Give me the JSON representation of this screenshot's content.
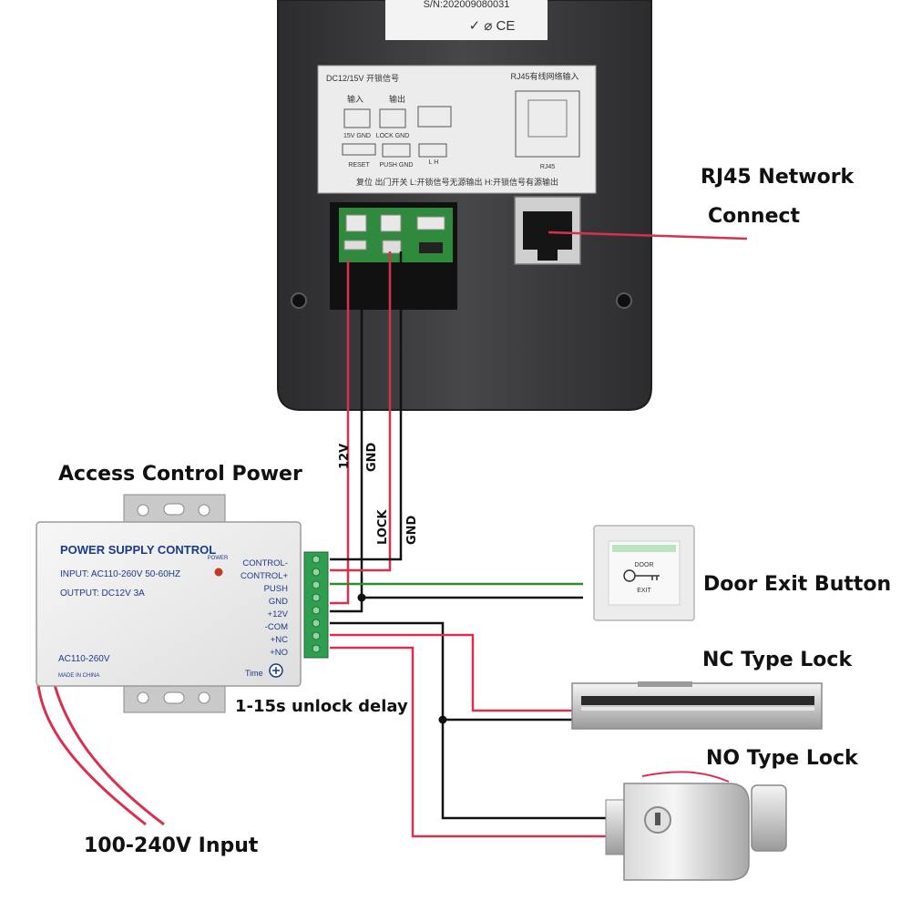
{
  "serial_text": "S/N:202009080031",
  "cert_marks": "✓ ⌀ CE",
  "panel_label": {
    "left_header": "DC12/15V 开锁信号",
    "input_label": "输入",
    "output_label": "输出",
    "rj45_header": "RJ45有线网络输入",
    "pin_15v_gnd": "15V GND",
    "pin_lock_gnd": "LOCK GND",
    "pin_reset": "RESET",
    "pin_push_gnd": "PUSH GND",
    "pin_lh": "L   H",
    "rj45_mini": "RJ45",
    "bottom_line": "复位     出门开关  L:开锁信号无源输出 H:开锁信号有源输出"
  },
  "psu": {
    "title": "POWER SUPPLY CONTROL",
    "input": "INPUT: AC110-260V 50-60HZ",
    "output": "OUTPUT: DC12V  3A",
    "power_led": "POWER",
    "ac_label": "AC110-260V",
    "made_in": "MADE IN CHINA",
    "time_label": "Time",
    "terminals": [
      "CONTROL-",
      "CONTROL+",
      "PUSH",
      "GND",
      "+12V",
      "-COM",
      "+NC",
      "+NO"
    ]
  },
  "door_button": {
    "top": "DOOR",
    "bottom": "EXIT"
  },
  "labels": {
    "rj45_line1": "RJ45 Network",
    "rj45_line2": "Connect",
    "access_power": "Access Control Power",
    "door_exit": "Door Exit Button",
    "nc_lock": "NC Type Lock",
    "no_lock": "NO Type Lock",
    "unlock_delay": "1-15s unlock delay",
    "input_voltage": "100-240V Input"
  },
  "wire_labels": {
    "v12": "12V",
    "gnd1": "GND",
    "lock": "LOCK",
    "gnd2": "GND"
  },
  "colors": {
    "red": "#d9304f",
    "black": "#111111",
    "green": "#2e8b2e",
    "device": "#3a3a3c",
    "psu_blue": "#1b3a8a",
    "terminal_green": "#2f9e4f"
  }
}
